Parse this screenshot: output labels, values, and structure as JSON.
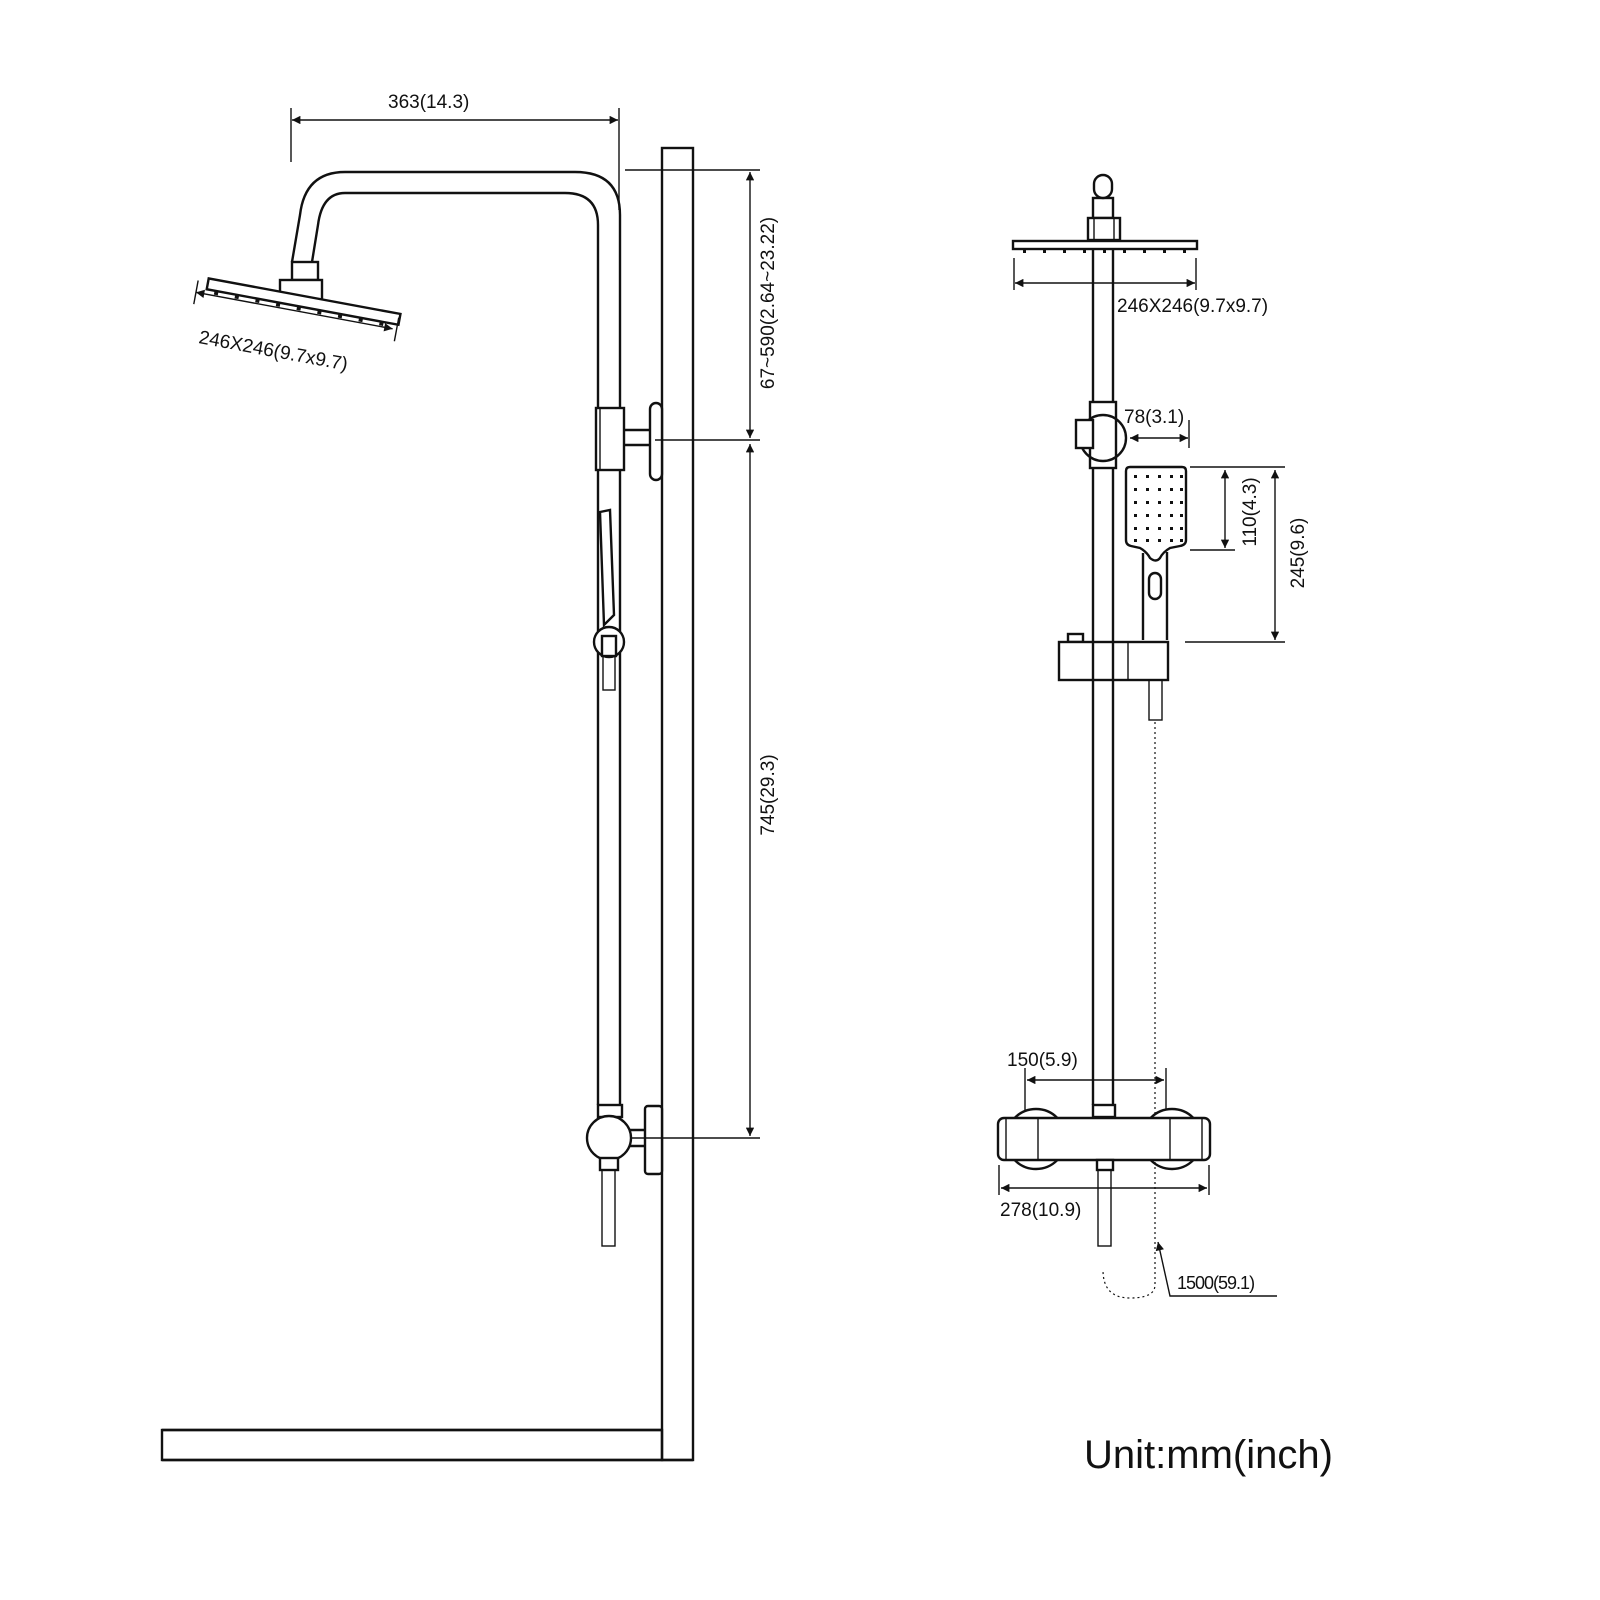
{
  "side_view": {
    "arm_reach": "363(14.3)",
    "head_size": "246X246(9.7x9.7)",
    "height_adjust": "67~590(2.64~23.22)",
    "bracket_spacing": "745(29.3)"
  },
  "front_view": {
    "head_size": "246X246(9.7x9.7)",
    "holder_depth": "78(3.1)",
    "handshower_head": "110(4.3)",
    "handshower_length": "245(9.6)",
    "inlet_spacing": "150(5.9)",
    "mixer_width": "278(10.9)",
    "hose_length": "1500(59.1)"
  },
  "unit_label": "Unit:mm(inch)",
  "colors": {
    "line": "#111111",
    "background": "#ffffff"
  }
}
